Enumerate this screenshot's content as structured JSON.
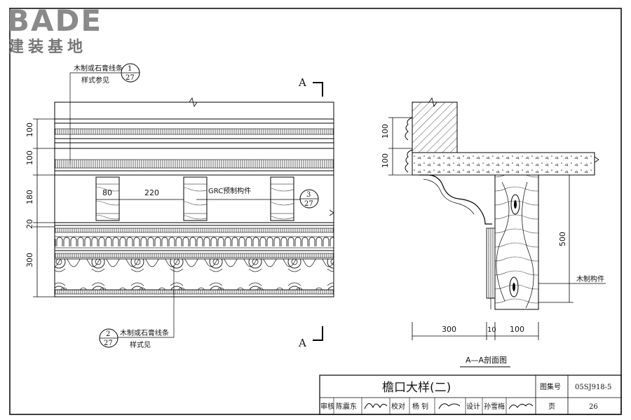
{
  "logo": {
    "brand": "BADE",
    "subtitle": "建装基地"
  },
  "section_marks": {
    "top": "A",
    "bottom": "A"
  },
  "callouts": {
    "top_note_line1": "木制或石膏线条",
    "top_note_line2": "样式参见",
    "top_ref_num": "1",
    "top_ref_den": "27",
    "bottom_note_line1": "木制或石膏线条",
    "bottom_note_line2": "样式见",
    "bottom_ref_num": "2",
    "bottom_ref_den": "27",
    "grc_label": "GRC预制构件",
    "grc_ref_num": "3",
    "grc_ref_den": "27",
    "wood_label": "木制构件"
  },
  "elevation_dims": {
    "d1": "100",
    "d2": "100",
    "d3": "180",
    "d4": "20",
    "d5": "300",
    "w_bracket": "80",
    "w_gap": "220"
  },
  "section_dims": {
    "h1": "100",
    "h2": "100",
    "h_beam": "500",
    "w1": "300",
    "w2": "10",
    "w3": "100"
  },
  "section_title": "A—A剖面图",
  "title_block": {
    "title": "檐口大样(二)",
    "atlas_label": "图集号",
    "atlas_value": "05SJ918-5",
    "page_label": "页",
    "page_value": "26",
    "review_label": "审核",
    "reviewer": "陈震东",
    "check_label": "校对",
    "checker": "杨 钊",
    "design_label": "设计",
    "designer": "孙雪梅"
  }
}
